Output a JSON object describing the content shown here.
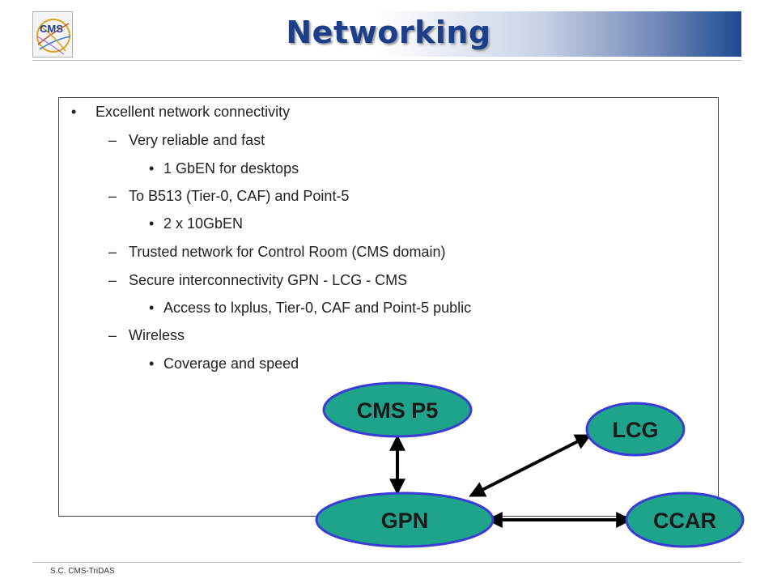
{
  "header": {
    "title": "Networking",
    "logo_text": "CMS"
  },
  "content": {
    "l1": "Excellent network connectivity",
    "l2": "Very reliable and fast",
    "l3": "1 GbEN for desktops",
    "l4": "To B513 (Tier-0, CAF) and Point-5",
    "l5": "2 x 10GbEN",
    "l6": "Trusted network for Control Room (CMS domain)",
    "l7": "Secure interconnectivity  GPN - LCG - CMS",
    "l8": "Access to lxplus, Tier-0, CAF and Point-5 public",
    "l9": "Wireless",
    "l10": "Coverage and speed",
    "bullet": "•",
    "dash": "–"
  },
  "diagram": {
    "cms_p5": "CMS P5",
    "lcg": "LCG",
    "gpn": "GPN",
    "ccar": "CCAR",
    "node_fill": "#1fa38a",
    "node_stroke": "#3b3bd6"
  },
  "footer": {
    "text": "S.C. CMS-TriDAS"
  }
}
